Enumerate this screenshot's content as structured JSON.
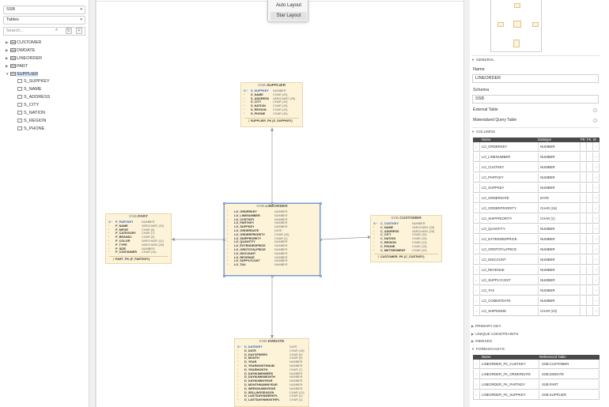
{
  "left_panel": {
    "schema_dropdown": "SSB",
    "type_dropdown": "Tables",
    "search_placeholder": "Search...",
    "tables": [
      {
        "name": "CUSTOMER",
        "expanded": false
      },
      {
        "name": "DWDATE",
        "expanded": false
      },
      {
        "name": "LINEORDER",
        "expanded": false
      },
      {
        "name": "PART",
        "expanded": false
      },
      {
        "name": "SUPPLIER",
        "expanded": true,
        "selected": true
      }
    ],
    "supplier_columns": [
      "S_SUPPKEY",
      "S_NAME",
      "S_ADDRESS",
      "S_CITY",
      "S_NATION",
      "S_REGION",
      "S_PHONE"
    ]
  },
  "context_menu": {
    "items": [
      "Auto Layout",
      "Star Layout"
    ]
  },
  "entities": {
    "supplier": {
      "schema": "SSB.",
      "name": "SUPPLIER",
      "rows": [
        {
          "name": "S_SUPPKEY",
          "type": "NUMBER",
          "pk": true
        },
        {
          "name": "S_NAME",
          "type": "CHAR (25)"
        },
        {
          "name": "S_ADDRESS",
          "type": "VARCHAR2 (25)"
        },
        {
          "name": "S_CITY",
          "type": "CHAR (10)"
        },
        {
          "name": "S_NATION",
          "type": "CHAR (15)"
        },
        {
          "name": "S_REGION",
          "type": "CHAR (12)"
        },
        {
          "name": "S_PHONE",
          "type": "CHAR (15)"
        }
      ],
      "pk_label": "SUPPLIER_PK (S_SUPPKEY)"
    },
    "part": {
      "schema": "SSB.",
      "name": "PART",
      "rows": [
        {
          "name": "P_PARTKEY",
          "type": "NUMBER",
          "pk": true
        },
        {
          "name": "P_NAME",
          "type": "VARCHAR2 (22)"
        },
        {
          "name": "P_MFGR",
          "type": "CHAR (6)"
        },
        {
          "name": "P_CATEGORY",
          "type": "CHAR (7)"
        },
        {
          "name": "P_BRAND1",
          "type": "CHAR (9)"
        },
        {
          "name": "P_COLOR",
          "type": "VARCHAR2 (11)"
        },
        {
          "name": "P_TYPE",
          "type": "VARCHAR2 (25)"
        },
        {
          "name": "P_SIZE",
          "type": "NUMBER"
        },
        {
          "name": "P_CONTAINER",
          "type": "CHAR (10)"
        }
      ],
      "pk_label": "PART_PK (P_PARTKEY)"
    },
    "lineorder": {
      "schema": "SSB.",
      "name": "LINEORDER",
      "rows": [
        {
          "name": "LO_ORDERKEY",
          "type": "NUMBER"
        },
        {
          "name": "LO_LINENUMBER",
          "type": "NUMBER"
        },
        {
          "name": "LO_CUSTKEY",
          "type": "NUMBER"
        },
        {
          "name": "LO_PARTKEY",
          "type": "NUMBER"
        },
        {
          "name": "LO_SUPPKEY",
          "type": "NUMBER"
        },
        {
          "name": "LO_ORDERDATE",
          "type": "DATE"
        },
        {
          "name": "LO_ORDERPRIORITY",
          "type": "CHAR (15)"
        },
        {
          "name": "LO_SHIPPRIORITY",
          "type": "CHAR (1)"
        },
        {
          "name": "LO_QUANTITY",
          "type": "NUMBER"
        },
        {
          "name": "LO_EXTENDEDPRICE",
          "type": "NUMBER"
        },
        {
          "name": "LO_ORDTOTALPRICE",
          "type": "NUMBER"
        },
        {
          "name": "LO_DISCOUNT",
          "type": "NUMBER"
        },
        {
          "name": "LO_REVENUE",
          "type": "NUMBER"
        },
        {
          "name": "LO_SUPPLYCOST",
          "type": "NUMBER"
        },
        {
          "name": "LO_TAX",
          "type": "NUMBER"
        }
      ]
    },
    "customer": {
      "schema": "SSB.",
      "name": "CUSTOMER",
      "rows": [
        {
          "name": "C_CUSTKEY",
          "type": "NUMBER",
          "pk": true
        },
        {
          "name": "C_NAME",
          "type": "VARCHAR2 (25)"
        },
        {
          "name": "C_ADDRESS",
          "type": "VARCHAR2 (25)"
        },
        {
          "name": "C_CITY",
          "type": "CHAR (10)"
        },
        {
          "name": "C_NATION",
          "type": "CHAR (15)"
        },
        {
          "name": "C_REGION",
          "type": "CHAR (12)"
        },
        {
          "name": "C_PHONE",
          "type": "CHAR (15)"
        },
        {
          "name": "C_MKTSEGMENT",
          "type": "CHAR (10)"
        }
      ],
      "pk_label": "CUSTOMER_PK (C_CUSTKEY)"
    },
    "dwdate": {
      "schema": "SSB.",
      "name": "DWDATE",
      "rows": [
        {
          "name": "D_DATEKEY",
          "type": "DATE",
          "pk": true
        },
        {
          "name": "D_DATE",
          "type": "CHAR (18)"
        },
        {
          "name": "D_DAYOFWEEK",
          "type": "CHAR (9)"
        },
        {
          "name": "D_MONTH",
          "type": "CHAR (9)"
        },
        {
          "name": "D_YEAR",
          "type": "NUMBER"
        },
        {
          "name": "D_YEARMONTHNUM",
          "type": "NUMBER"
        },
        {
          "name": "D_YEARMONTH",
          "type": "CHAR (7)"
        },
        {
          "name": "D_DAYNUMINWEEK",
          "type": "NUMBER"
        },
        {
          "name": "D_DAYNUMINMONTH",
          "type": "NUMBER"
        },
        {
          "name": "D_DAYNUMINYEAR",
          "type": "NUMBER"
        },
        {
          "name": "D_MONTHNUMINYEAR",
          "type": "NUMBER"
        },
        {
          "name": "D_WEEKNUMINYEAR",
          "type": "NUMBER"
        },
        {
          "name": "D_SELLINGSEASON",
          "type": "CHAR (12)"
        },
        {
          "name": "D_LASTDAYINWEEKFL",
          "type": "CHAR (1)"
        },
        {
          "name": "D_LASTDAYINMONTHFL",
          "type": "CHAR (1)"
        }
      ]
    }
  },
  "properties": {
    "general_header": "GENERAL",
    "name_label": "Name",
    "name_value": "LINEORDER",
    "schema_label": "Schema",
    "schema_value": "SSB",
    "external_table_label": "External Table",
    "mqt_label": "Materialized Query Table",
    "columns_header": "COLUMNS",
    "columns_table": {
      "headers": [
        "Name",
        "Datatype",
        "PK",
        "FK",
        "M"
      ],
      "rows": [
        {
          "name": "LO_ORDERKEY",
          "type": "NUMBER",
          "m": true
        },
        {
          "name": "LO_LINENUMBER",
          "type": "NUMBER",
          "m": true
        },
        {
          "name": "LO_CUSTKEY",
          "type": "NUMBER",
          "m": true
        },
        {
          "name": "LO_PARTKEY",
          "type": "NUMBER",
          "m": true
        },
        {
          "name": "LO_SUPPKEY",
          "type": "NUMBER",
          "m": true
        },
        {
          "name": "LO_ORDERDATE",
          "type": "DATE",
          "m": true
        },
        {
          "name": "LO_ORDERPRIORITY",
          "type": "CHAR (15)",
          "m": true
        },
        {
          "name": "LO_SHIPPRIORITY",
          "type": "CHAR (1)",
          "m": true
        },
        {
          "name": "LO_QUANTITY",
          "type": "NUMBER",
          "m": true
        },
        {
          "name": "LO_EXTENDEDPRICE",
          "type": "NUMBER",
          "m": true
        },
        {
          "name": "LO_ORDTOTALPRICE",
          "type": "NUMBER",
          "m": true
        },
        {
          "name": "LO_DISCOUNT",
          "type": "NUMBER",
          "m": true
        },
        {
          "name": "LO_REVENUE",
          "type": "NUMBER",
          "m": true
        },
        {
          "name": "LO_SUPPLYCOST",
          "type": "NUMBER",
          "m": true
        },
        {
          "name": "LO_TAX",
          "type": "NUMBER",
          "m": true
        },
        {
          "name": "LO_COMMITDATE",
          "type": "NUMBER",
          "m": true
        },
        {
          "name": "LO_SHIPMODE",
          "type": "CHAR (10)",
          "m": true
        }
      ]
    },
    "primary_key_header": "PRIMARY KEY",
    "unique_constraints_header": "UNIQUE CONSTRAINTS",
    "indexes_header": "INDEXES",
    "foreign_keys_header": "FOREIGN KEYS",
    "fk_table": {
      "headers": [
        "Name",
        "Referenced Table"
      ],
      "rows": [
        {
          "name": "LINEORDER_FK_CUSTKEY",
          "ref": "SSB.CUSTOMER"
        },
        {
          "name": "LINEORDER_FK_ORDERDATE",
          "ref": "SSB.DWDATE"
        },
        {
          "name": "LINEORDER_FK_PARTKEY",
          "ref": "SSB.PART"
        },
        {
          "name": "LINEORDER_FK_SUPPKEY",
          "ref": "SSB.SUPPLIER"
        }
      ]
    }
  },
  "colors": {
    "entity_fill": "#fdf3d9",
    "entity_border": "#e8d7ab",
    "selection": "#7a9cc8",
    "pk_blue": "#2b5fb8",
    "table_header": "#4a4a4a"
  }
}
